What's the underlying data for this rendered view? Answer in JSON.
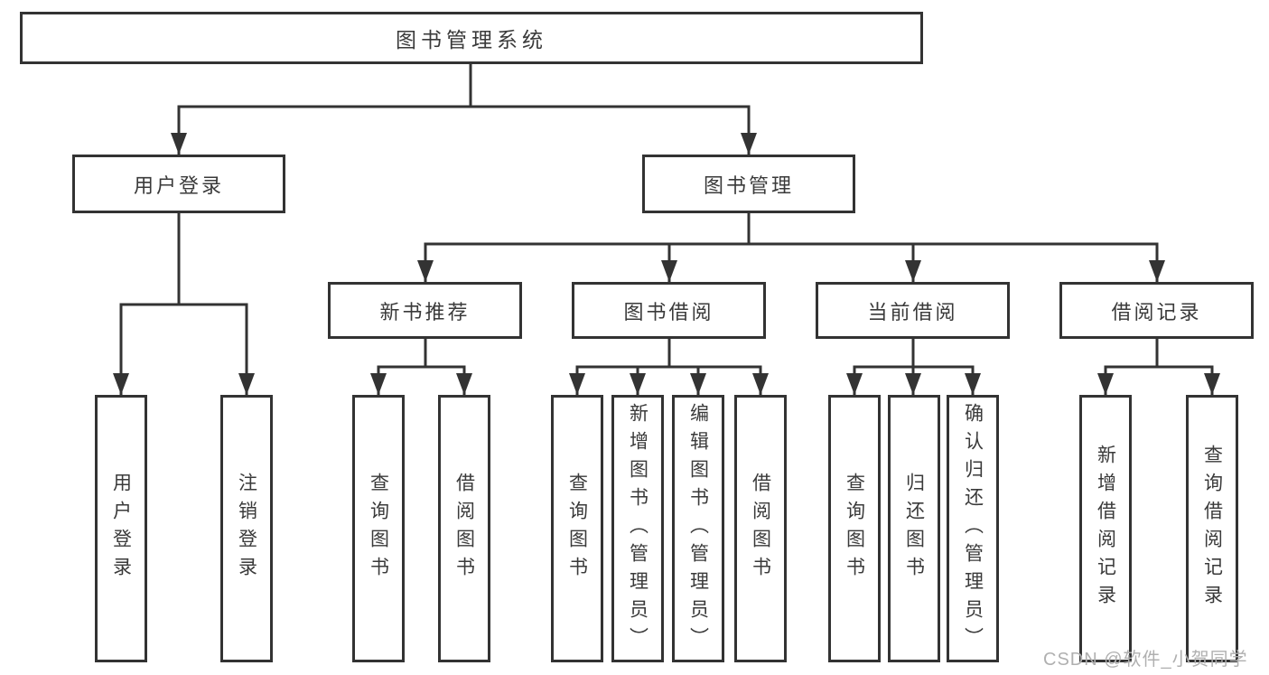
{
  "diagram": {
    "root": {
      "label": "图书管理系统"
    },
    "level2": [
      {
        "id": "user-login",
        "label": "用户登录",
        "parent": "图书管理系统"
      },
      {
        "id": "book-management",
        "label": "图书管理",
        "parent": "图书管理系统"
      }
    ],
    "level3": [
      {
        "id": "new-book-recommend",
        "label": "新书推荐",
        "parent": "图书管理"
      },
      {
        "id": "book-borrowing",
        "label": "图书借阅",
        "parent": "图书管理"
      },
      {
        "id": "current-borrowing",
        "label": "当前借阅",
        "parent": "图书管理"
      },
      {
        "id": "borrowing-records",
        "label": "借阅记录",
        "parent": "图书管理"
      }
    ],
    "leaves": [
      {
        "id": "leaf-user-login",
        "label": "用户登录",
        "parent": "用户登录"
      },
      {
        "id": "leaf-logout",
        "label": "注销登录",
        "parent": "用户登录"
      },
      {
        "id": "leaf-query-books-1",
        "label": "查询图书",
        "parent": "新书推荐"
      },
      {
        "id": "leaf-borrow-books-1",
        "label": "借阅图书",
        "parent": "新书推荐"
      },
      {
        "id": "leaf-query-books-2",
        "label": "查询图书",
        "parent": "图书借阅"
      },
      {
        "id": "leaf-add-books",
        "label": "新增图书（管理员）",
        "parent": "图书借阅"
      },
      {
        "id": "leaf-edit-books",
        "label": "编辑图书（管理员）",
        "parent": "图书借阅"
      },
      {
        "id": "leaf-borrow-books-2",
        "label": "借阅图书",
        "parent": "图书借阅"
      },
      {
        "id": "leaf-query-books-3",
        "label": "查询图书",
        "parent": "当前借阅"
      },
      {
        "id": "leaf-return-books",
        "label": "归还图书",
        "parent": "当前借阅"
      },
      {
        "id": "leaf-confirm-return",
        "label": "确认归还（管理员）",
        "parent": "当前借阅"
      },
      {
        "id": "leaf-add-borrow-record",
        "label": "新增借阅记录",
        "parent": "借阅记录"
      },
      {
        "id": "leaf-query-borrow-record",
        "label": "查询借阅记录",
        "parent": "借阅记录"
      }
    ]
  },
  "watermark": {
    "text": "CSDN @软件_小贺同学"
  },
  "colors": {
    "line": "#333333",
    "border": "#333333",
    "text": "#3a3a3a",
    "background": "#ffffff",
    "watermark": "#b0b0b0"
  }
}
